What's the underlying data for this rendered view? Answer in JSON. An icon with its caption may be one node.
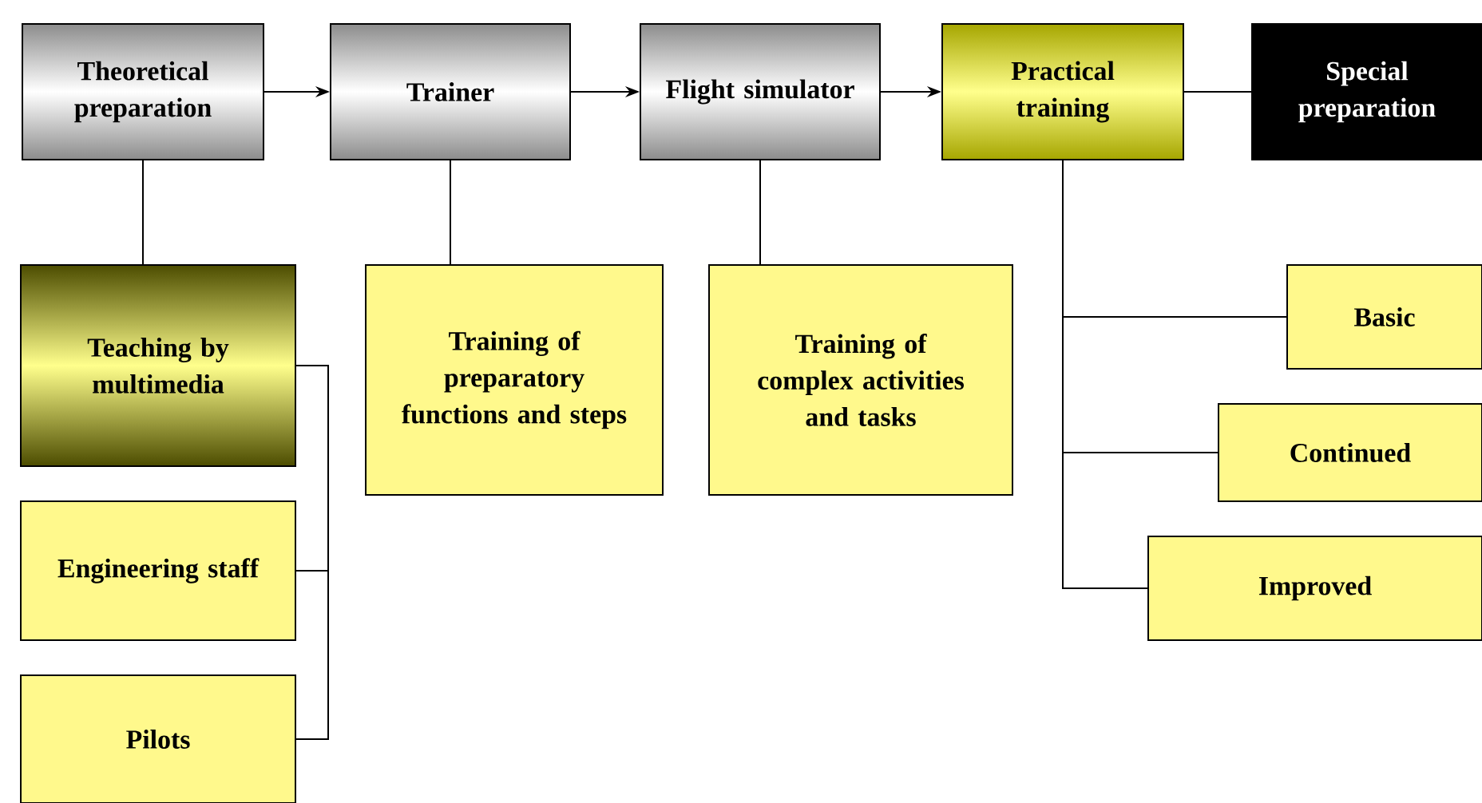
{
  "diagram": {
    "nodes": [
      {
        "text": [
          "Theoretical preparation"
        ]
      },
      {
        "text": [
          "Trainer"
        ]
      },
      {
        "text": [
          "Flight simulator"
        ]
      },
      {
        "text": [
          "Practical training"
        ]
      },
      {
        "text": [
          "Special preparation"
        ]
      },
      {
        "text": [
          "Teaching by multimedia"
        ]
      },
      {
        "text": [
          "Training of preparatory functions and steps"
        ]
      },
      {
        "text": [
          "Training of complex activities and tasks"
        ]
      },
      {
        "text": [
          "Engineering staff"
        ]
      },
      {
        "text": [
          "Pilots"
        ]
      },
      {
        "text": [
          "Basic"
        ]
      },
      {
        "text": [
          "Continued"
        ]
      },
      {
        "text": [
          "Improved"
        ]
      }
    ],
    "edges": [
      {
        "from": 0,
        "to": 1,
        "arrow": "to"
      },
      {
        "from": 1,
        "to": 2,
        "arrow": "to"
      },
      {
        "from": 2,
        "to": 3,
        "arrow": "to"
      },
      {
        "from": 3,
        "to": 4,
        "arrow": "none"
      },
      {
        "from": 0,
        "to": 5,
        "arrow": "none"
      },
      {
        "from": 1,
        "to": 6,
        "arrow": "none"
      },
      {
        "from": 2,
        "to": 7,
        "arrow": "none"
      },
      {
        "from": 3,
        "to": 10,
        "arrow": "none"
      },
      {
        "from": 3,
        "to": 11,
        "arrow": "none"
      },
      {
        "from": 3,
        "to": 12,
        "arrow": "none"
      },
      {
        "from": 5,
        "to": 8,
        "arrow": "none"
      },
      {
        "from": 5,
        "to": 9,
        "arrow": "none"
      }
    ]
  }
}
